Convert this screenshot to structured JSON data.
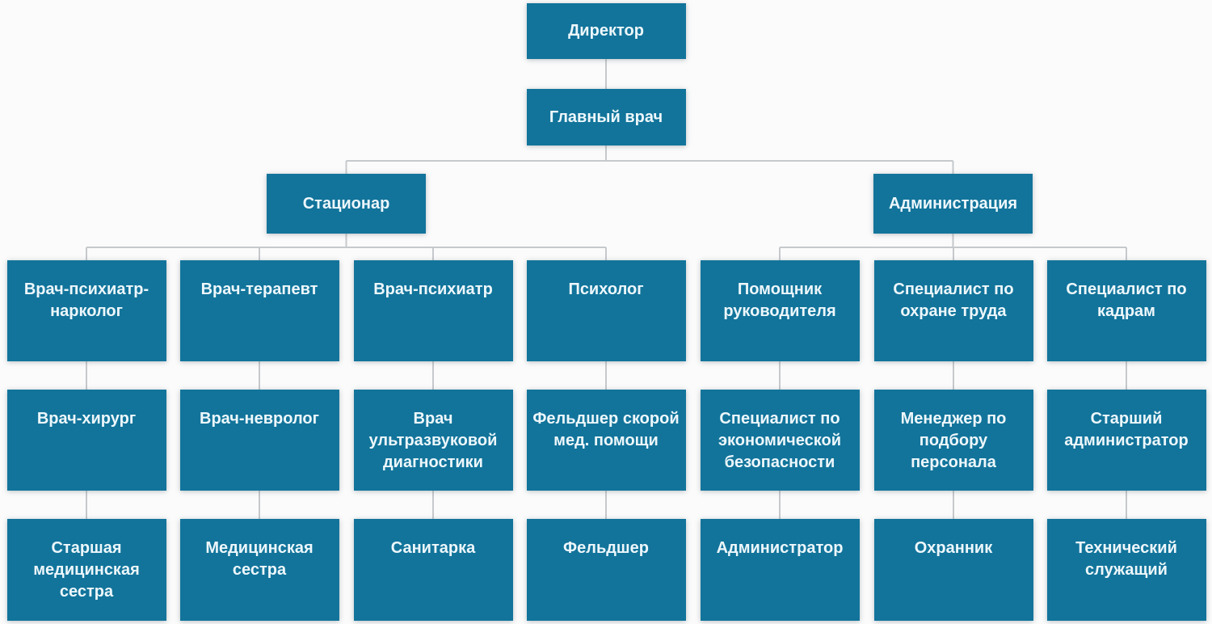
{
  "diagram": {
    "type": "org-chart",
    "colors": {
      "background": "#fbfbfb",
      "node_fill": "#12749b",
      "node_text": "#edf7fb",
      "connector": "#c6c9cc"
    },
    "nodes": [
      {
        "id": "director",
        "label": "Директор",
        "parent": null,
        "row": 0,
        "cols": [
          3,
          3
        ]
      },
      {
        "id": "chief-physician",
        "label": "Главный врач",
        "parent": "director",
        "row": 1,
        "cols": [
          3,
          3
        ]
      },
      {
        "id": "inpatient",
        "label": "Стационар",
        "parent": "chief-physician",
        "row": 2,
        "cols": [
          0,
          3
        ]
      },
      {
        "id": "administration",
        "label": "Администрация",
        "parent": "chief-physician",
        "row": 2,
        "cols": [
          4,
          6
        ]
      },
      {
        "id": "psychiatrist-narcologist",
        "label": "Врач-психиатр-\nнарколог",
        "parent": "inpatient",
        "row": 3,
        "cols": [
          0,
          0
        ]
      },
      {
        "id": "therapist",
        "label": "Врач-терапевт",
        "parent": "inpatient",
        "row": 3,
        "cols": [
          1,
          1
        ]
      },
      {
        "id": "psychiatrist",
        "label": "Врач-психиатр",
        "parent": "inpatient",
        "row": 3,
        "cols": [
          2,
          2
        ]
      },
      {
        "id": "psychologist",
        "label": "Психолог",
        "parent": "inpatient",
        "row": 3,
        "cols": [
          3,
          3
        ]
      },
      {
        "id": "assistant-to-head",
        "label": "Помощник\nруководителя",
        "parent": "administration",
        "row": 3,
        "cols": [
          4,
          4
        ]
      },
      {
        "id": "labor-safety-specialist",
        "label": "Специалист по\nохране труда",
        "parent": "administration",
        "row": 3,
        "cols": [
          5,
          5
        ]
      },
      {
        "id": "hr-specialist",
        "label": "Специалист по\nкадрам",
        "parent": "administration",
        "row": 3,
        "cols": [
          6,
          6
        ]
      },
      {
        "id": "surgeon",
        "label": "Врач-хирург",
        "parent": "psychiatrist-narcologist",
        "row": 4,
        "cols": [
          0,
          0
        ]
      },
      {
        "id": "neurologist",
        "label": "Врач-невролог",
        "parent": "therapist",
        "row": 4,
        "cols": [
          1,
          1
        ]
      },
      {
        "id": "ultrasound-doctor",
        "label": "Врач\nультразвуковой\nдиагностики",
        "parent": "psychiatrist",
        "row": 4,
        "cols": [
          2,
          2
        ]
      },
      {
        "id": "ambulance-paramedic",
        "label": "Фельдшер скорой\nмед. помощи",
        "parent": "psychologist",
        "row": 4,
        "cols": [
          3,
          3
        ]
      },
      {
        "id": "economic-security-specialist",
        "label": "Специалист по\nэкономической\nбезопасности",
        "parent": "assistant-to-head",
        "row": 4,
        "cols": [
          4,
          4
        ]
      },
      {
        "id": "recruiting-manager",
        "label": "Менеджер по\nподбору\nперсонала",
        "parent": "labor-safety-specialist",
        "row": 4,
        "cols": [
          5,
          5
        ]
      },
      {
        "id": "senior-administrator",
        "label": "Старший\nадминистратор",
        "parent": "hr-specialist",
        "row": 4,
        "cols": [
          6,
          6
        ]
      },
      {
        "id": "head-nurse",
        "label": "Старшая\nмедицинская\nсестра",
        "parent": "surgeon",
        "row": 5,
        "cols": [
          0,
          0
        ]
      },
      {
        "id": "nurse",
        "label": "Медицинская\nсестра",
        "parent": "neurologist",
        "row": 5,
        "cols": [
          1,
          1
        ]
      },
      {
        "id": "orderly",
        "label": "Санитарка",
        "parent": "ultrasound-doctor",
        "row": 5,
        "cols": [
          2,
          2
        ]
      },
      {
        "id": "paramedic",
        "label": "Фельдшер",
        "parent": "ambulance-paramedic",
        "row": 5,
        "cols": [
          3,
          3
        ]
      },
      {
        "id": "administrator",
        "label": "Администратор",
        "parent": "economic-security-specialist",
        "row": 5,
        "cols": [
          4,
          4
        ]
      },
      {
        "id": "security-guard",
        "label": "Охранник",
        "parent": "recruiting-manager",
        "row": 5,
        "cols": [
          5,
          5
        ]
      },
      {
        "id": "technical-employee",
        "label": "Технический\nслужащий",
        "parent": "senior-administrator",
        "row": 5,
        "cols": [
          6,
          6
        ]
      }
    ]
  }
}
